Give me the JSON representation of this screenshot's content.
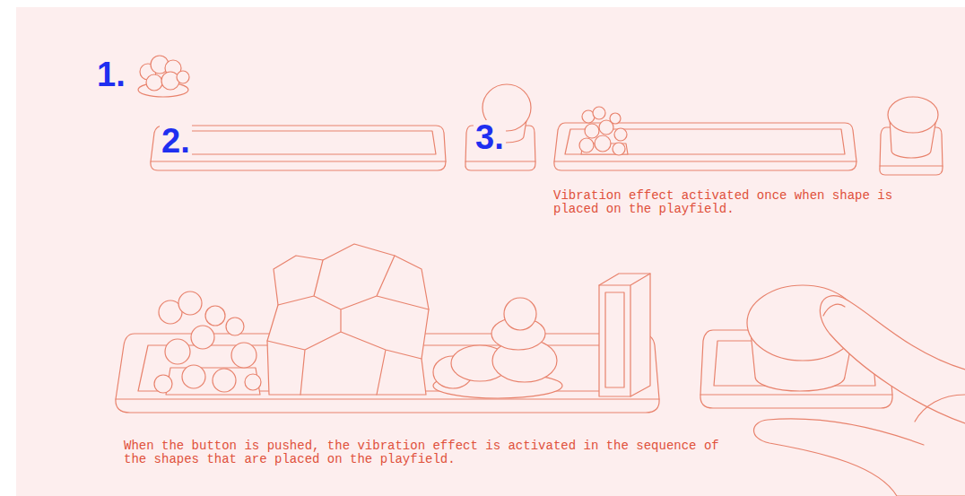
{
  "diagram": {
    "labels": [
      "1.",
      "2.",
      "3.",
      "Vibration effect activated once when shape is placed on the playfield.",
      "When the button is pushed, the vibration effect is activated in the sequence of the shapes that are placed on the playfield."
    ]
  }
}
